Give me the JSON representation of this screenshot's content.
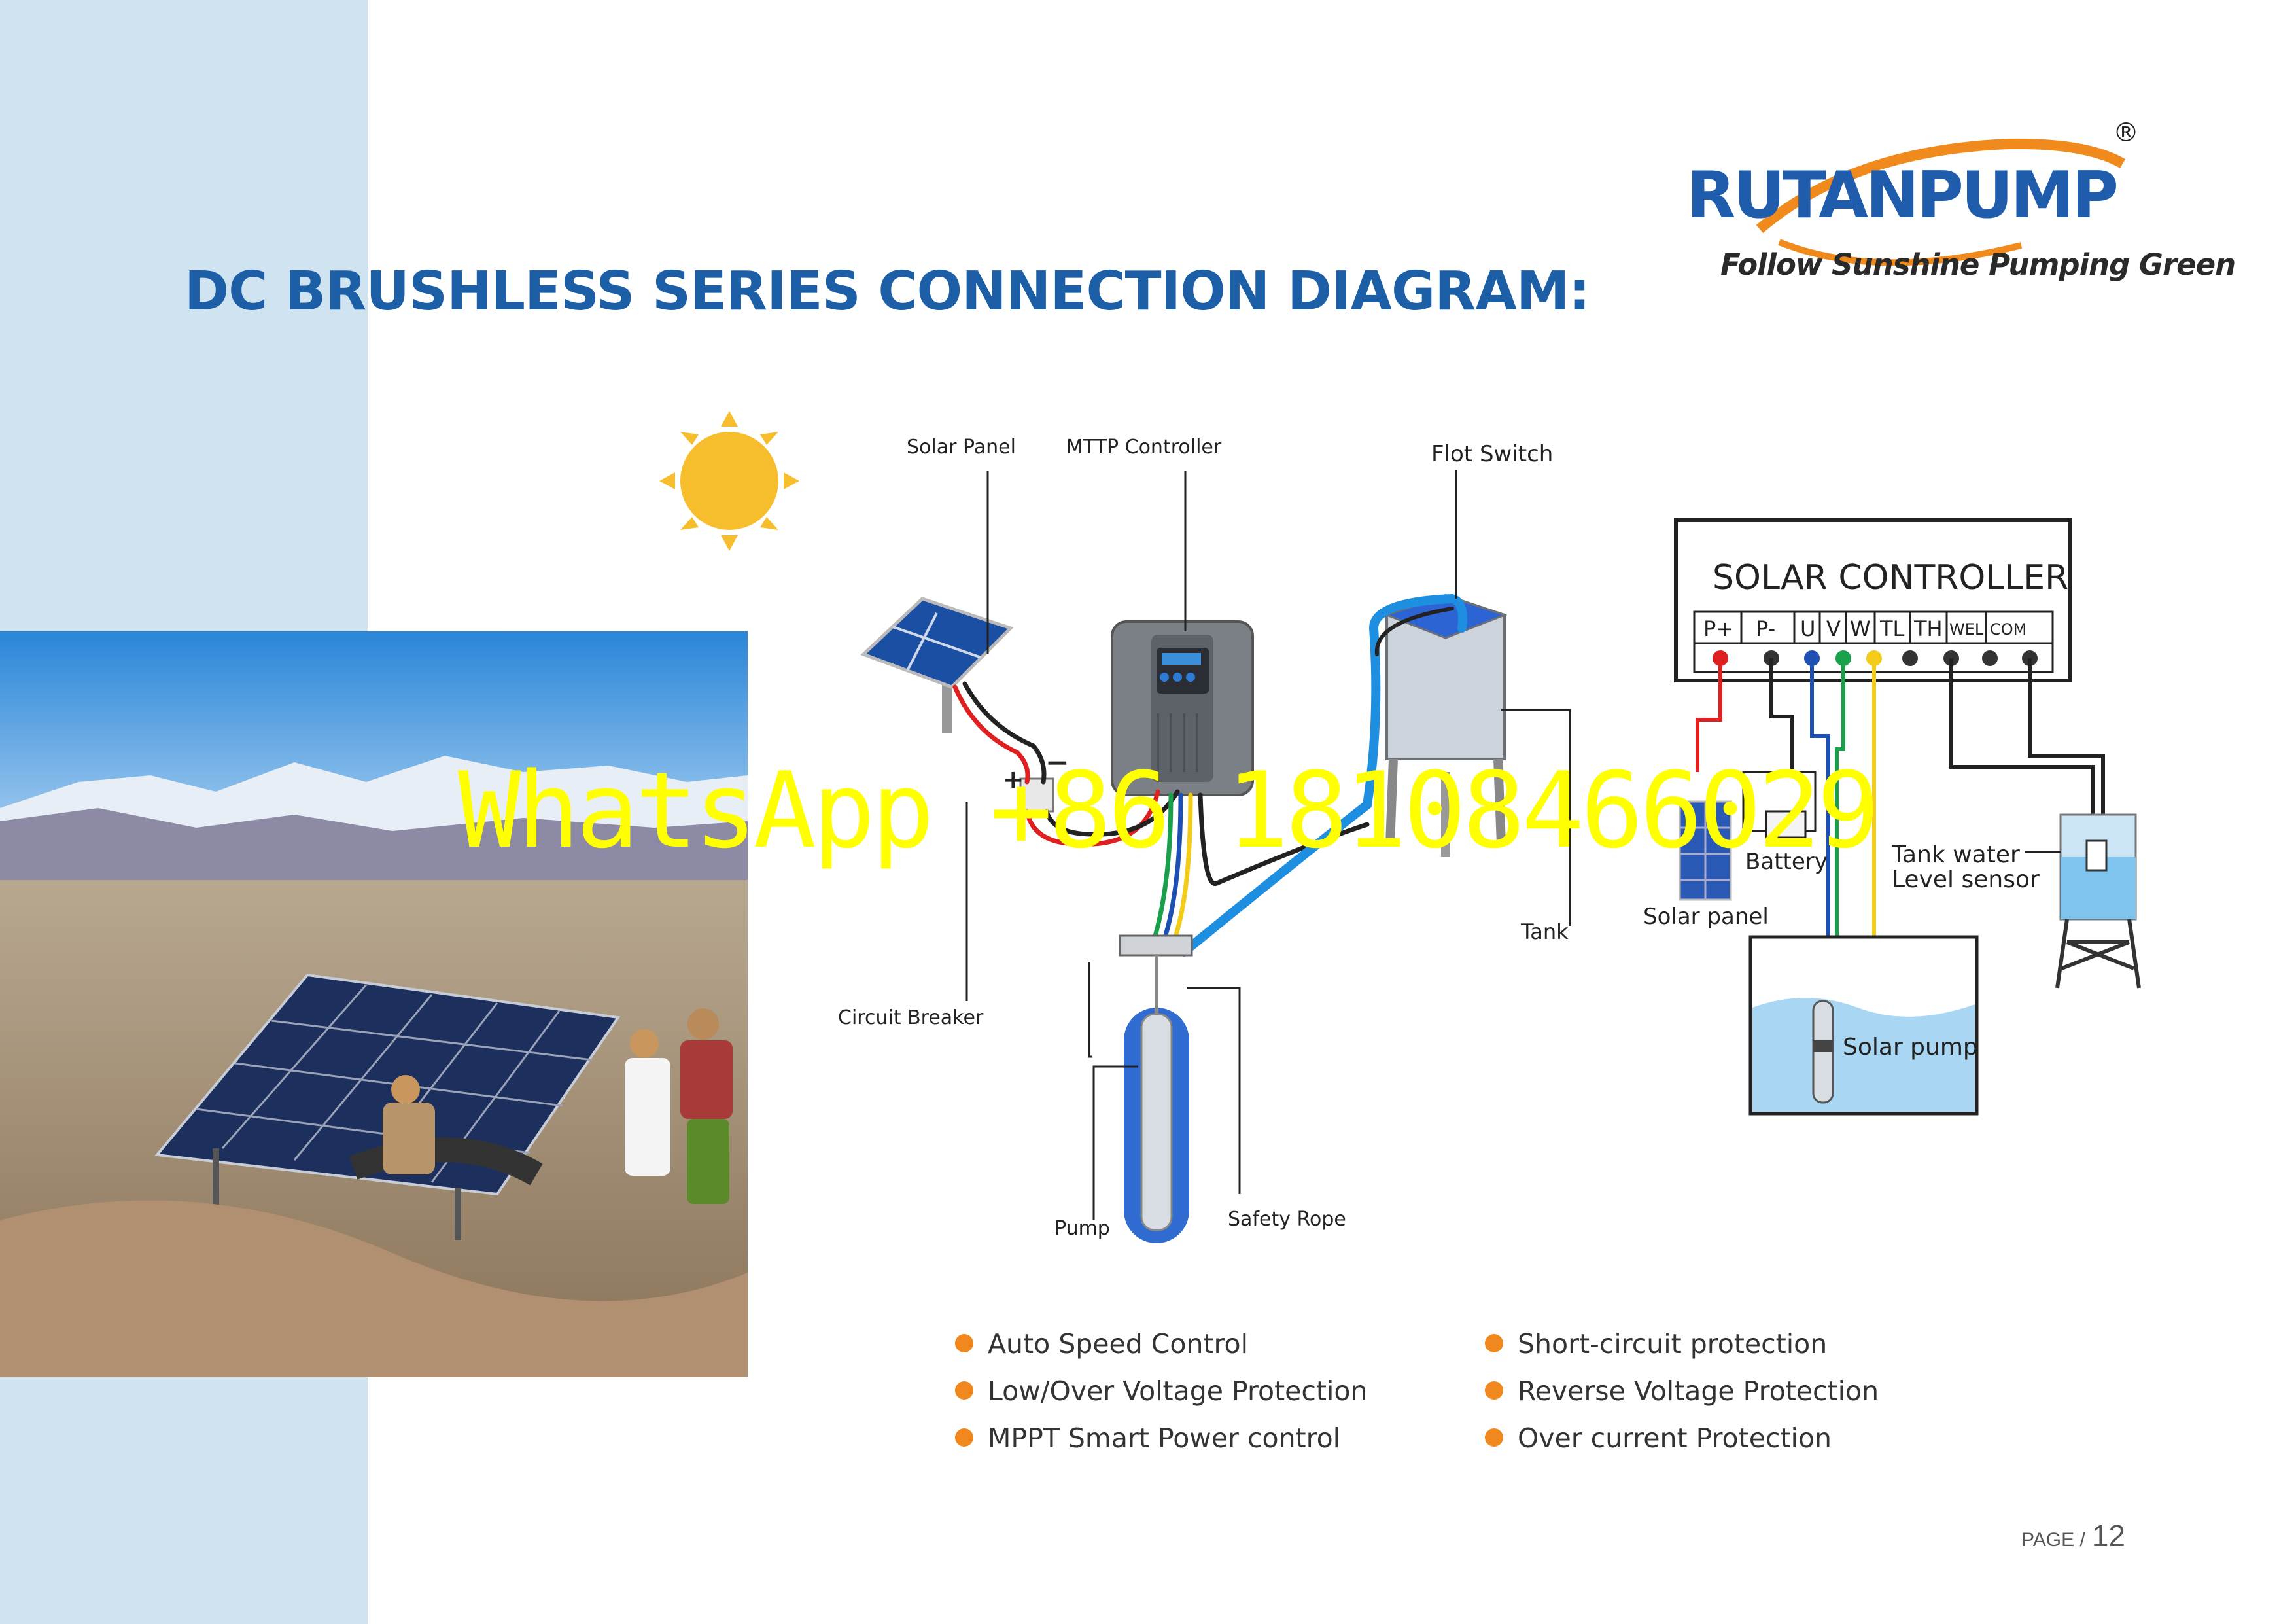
{
  "title": "DC BRUSHLESS SERIES CONNECTION DIAGRAM:",
  "brand": {
    "name": "RUTANPUMP",
    "registered_mark": "®",
    "tagline": "Follow Sunshine Pumping Green"
  },
  "diagram_labels": {
    "solar_panel": "Solar Panel",
    "mttp_controller": "MTTP Controller",
    "flot_switch": "Flot Switch",
    "circuit_breaker": "Circuit Breaker",
    "tank": "Tank",
    "pump": "Pump",
    "safety_rope": "Safety Rope"
  },
  "solar_controller": {
    "title": "SOLAR CONTROLLER",
    "terminals": [
      "P+",
      "P-",
      "U",
      "V",
      "W",
      "TL",
      "TH",
      "WEL",
      "COM"
    ],
    "terminal_colors": [
      "#e02020",
      "#333333",
      "#1e50b4",
      "#1aa04a",
      "#f3cc1a",
      "#333333",
      "#333333",
      "#333333",
      "#333333"
    ],
    "battery_label": "Battery",
    "solar_panel_label": "Solar panel",
    "tank_sensor_label_1": "Tank water",
    "tank_sensor_label_2": "Level sensor",
    "solar_pump_label": "Solar pump"
  },
  "features": {
    "left": [
      "Auto Speed Control",
      "Low/Over Voltage Protection",
      "MPPT Smart Power control"
    ],
    "right": [
      "Short-circuit protection",
      "Reverse Voltage Protection",
      "Over current Protection"
    ]
  },
  "page": {
    "label": "PAGE /",
    "number": "12"
  },
  "watermark": "WhatsApp +86 18108466029",
  "colors": {
    "title_blue": "#1c5fa6",
    "brand_blue": "#1f5cab",
    "brand_orange": "#f08a1c",
    "bullet_orange": "#f0881d",
    "sidebar": "#cfe3f0",
    "watermark": "#ffff00",
    "wire_red": "#e02020",
    "wire_blue": "#1e8ee0",
    "wire_green": "#1aa04a",
    "wire_yellow": "#f3cc1a"
  }
}
